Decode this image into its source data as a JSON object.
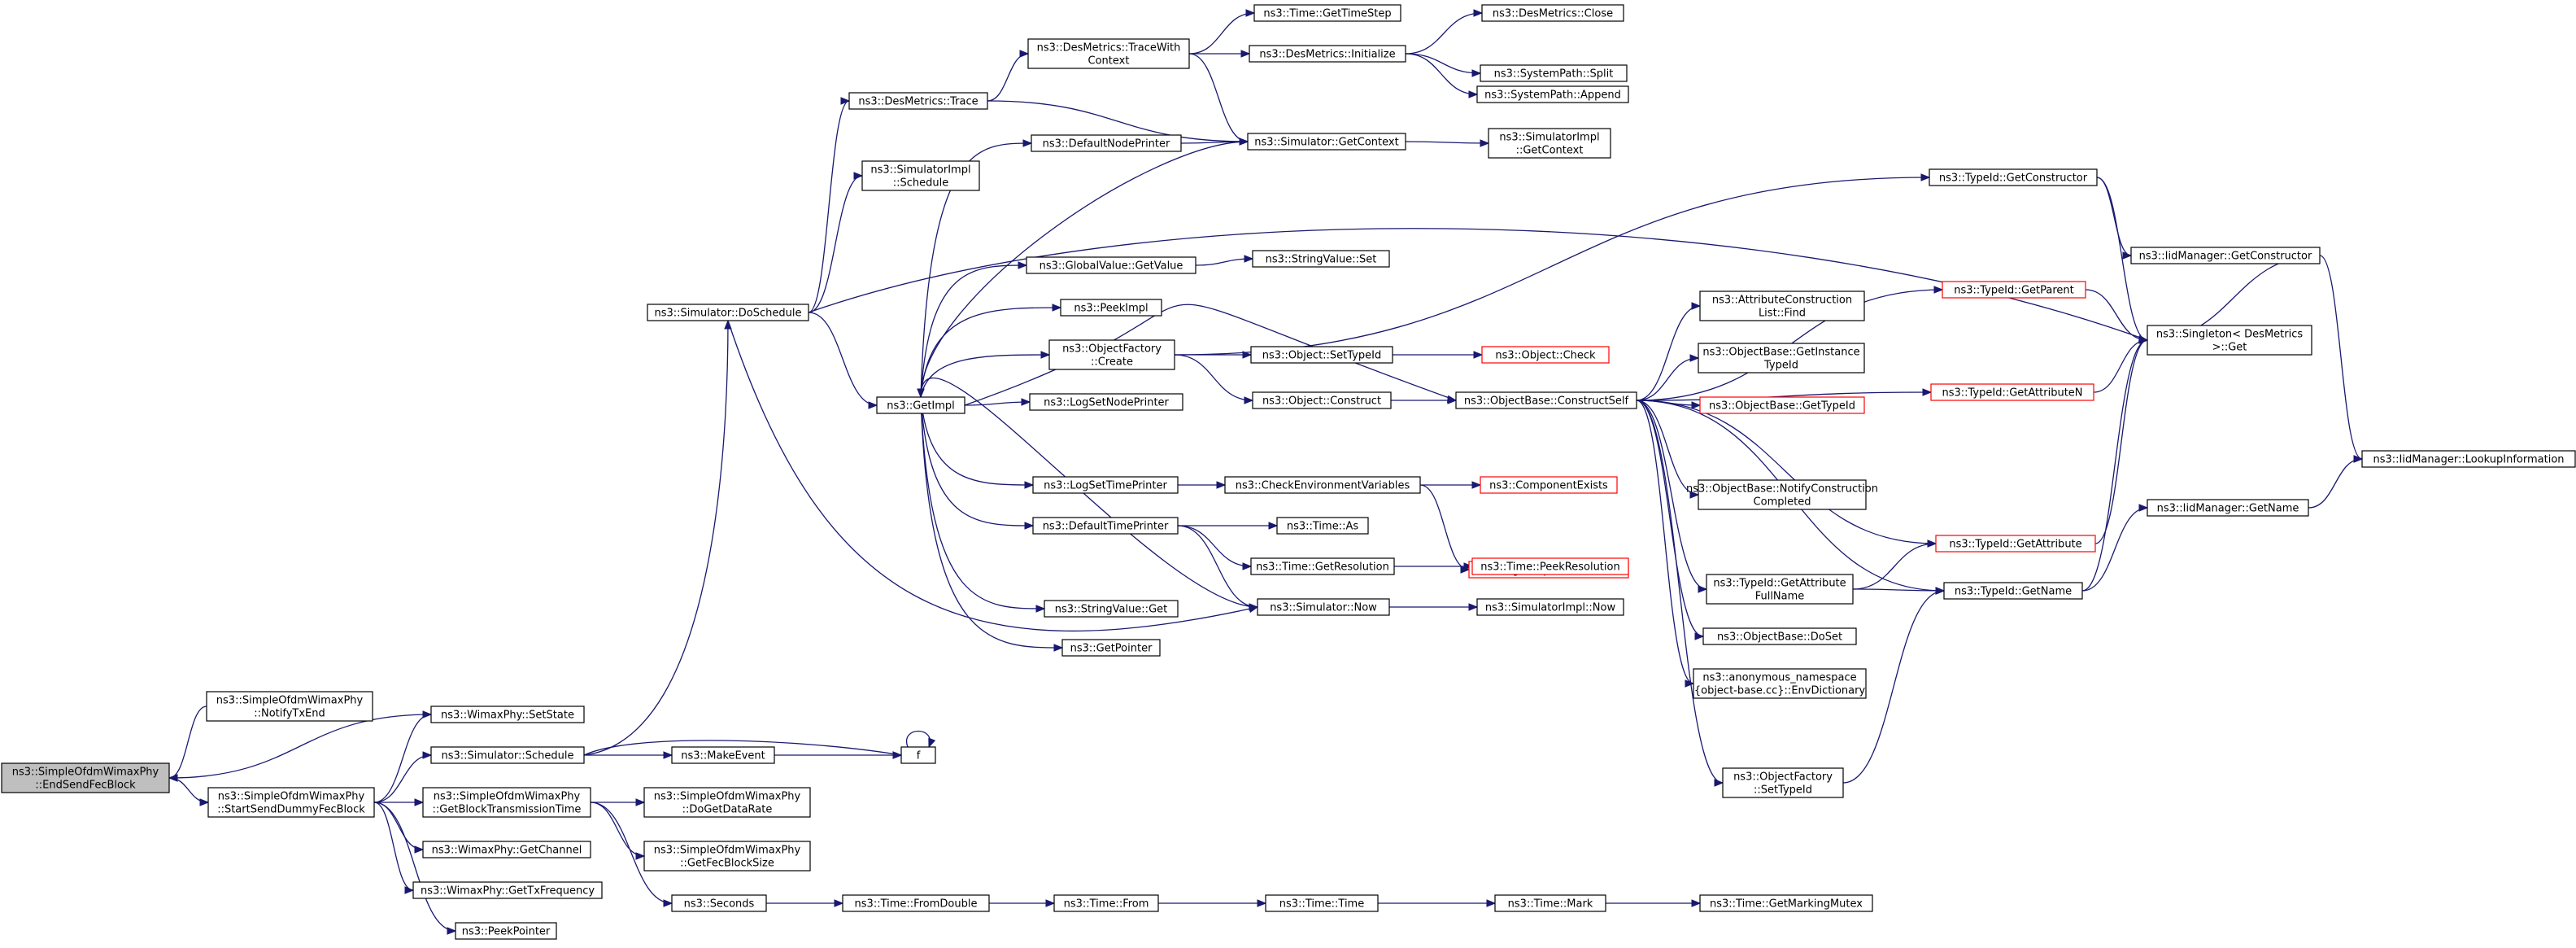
{
  "colors": {
    "edge": "#191970",
    "node_border": "#000000",
    "node_border_truncated": "#ff0000",
    "root_fill": "#bfbfbf",
    "background": "#ffffff"
  },
  "nodes": [
    {
      "id": "end_send",
      "lines": [
        "ns3::SimpleOfdmWimaxPhy",
        "::EndSendFecBlock"
      ]
    },
    {
      "id": "notify_tx_end",
      "lines": [
        "ns3::SimpleOfdmWimaxPhy",
        "::NotifyTxEnd"
      ]
    },
    {
      "id": "set_state",
      "lines": [
        "ns3::WimaxPhy::SetState"
      ]
    },
    {
      "id": "start_send",
      "lines": [
        "ns3::SimpleOfdmWimaxPhy",
        "::StartSendDummyFecBlock"
      ]
    },
    {
      "id": "sim_schedule",
      "lines": [
        "ns3::Simulator::Schedule"
      ]
    },
    {
      "id": "get_block_tx_time",
      "lines": [
        "ns3::SimpleOfdmWimaxPhy",
        "::GetBlockTransmissionTime"
      ]
    },
    {
      "id": "get_channel",
      "lines": [
        "ns3::WimaxPhy::GetChannel"
      ]
    },
    {
      "id": "get_tx_freq",
      "lines": [
        "ns3::WimaxPhy::GetTxFrequency"
      ]
    },
    {
      "id": "peek_pointer",
      "lines": [
        "ns3::PeekPointer"
      ]
    },
    {
      "id": "make_event",
      "lines": [
        "ns3::MakeEvent"
      ]
    },
    {
      "id": "f",
      "lines": [
        "f"
      ]
    },
    {
      "id": "do_get_data_rate",
      "lines": [
        "ns3::SimpleOfdmWimaxPhy",
        "::DoGetDataRate"
      ]
    },
    {
      "id": "get_fec_block_size",
      "lines": [
        "ns3::SimpleOfdmWimaxPhy",
        "::GetFecBlockSize"
      ]
    },
    {
      "id": "seconds",
      "lines": [
        "ns3::Seconds"
      ]
    },
    {
      "id": "from_double",
      "lines": [
        "ns3::Time::FromDouble"
      ]
    },
    {
      "id": "time_from",
      "lines": [
        "ns3::Time::From"
      ]
    },
    {
      "id": "time_time",
      "lines": [
        "ns3::Time::Time"
      ]
    },
    {
      "id": "time_mark",
      "lines": [
        "ns3::Time::Mark"
      ]
    },
    {
      "id": "get_marking_mutex",
      "lines": [
        "ns3::Time::GetMarkingMutex"
      ]
    },
    {
      "id": "do_schedule",
      "lines": [
        "ns3::Simulator::DoSchedule"
      ]
    },
    {
      "id": "des_trace",
      "lines": [
        "ns3::DesMetrics::Trace"
      ]
    },
    {
      "id": "simimpl_schedule",
      "lines": [
        "ns3::SimulatorImpl",
        "::Schedule"
      ]
    },
    {
      "id": "get_impl",
      "lines": [
        "ns3::GetImpl"
      ]
    },
    {
      "id": "trace_with_context",
      "lines": [
        "ns3::DesMetrics::TraceWith",
        "Context"
      ]
    },
    {
      "id": "get_time_step",
      "lines": [
        "ns3::Time::GetTimeStep"
      ]
    },
    {
      "id": "des_initialize",
      "lines": [
        "ns3::DesMetrics::Initialize"
      ]
    },
    {
      "id": "des_close",
      "lines": [
        "ns3::DesMetrics::Close"
      ]
    },
    {
      "id": "syspath_split",
      "lines": [
        "ns3::SystemPath::Split"
      ]
    },
    {
      "id": "syspath_append",
      "lines": [
        "ns3::SystemPath::Append"
      ]
    },
    {
      "id": "sim_get_context",
      "lines": [
        "ns3::Simulator::GetContext"
      ]
    },
    {
      "id": "simimpl_get_context",
      "lines": [
        "ns3::SimulatorImpl",
        "::GetContext"
      ]
    },
    {
      "id": "default_node_printer",
      "lines": [
        "ns3::DefaultNodePrinter"
      ]
    },
    {
      "id": "gv_get_value",
      "lines": [
        "ns3::GlobalValue::GetValue"
      ]
    },
    {
      "id": "string_value_set",
      "lines": [
        "ns3::StringValue::Set"
      ]
    },
    {
      "id": "peek_impl",
      "lines": [
        "ns3::PeekImpl"
      ]
    },
    {
      "id": "of_create",
      "lines": [
        "ns3::ObjectFactory",
        "::Create"
      ]
    },
    {
      "id": "obj_set_type_id",
      "lines": [
        "ns3::Object::SetTypeId"
      ]
    },
    {
      "id": "obj_check",
      "lines": [
        "ns3::Object::Check"
      ],
      "truncated": true
    },
    {
      "id": "obj_construct",
      "lines": [
        "ns3::Object::Construct"
      ]
    },
    {
      "id": "log_set_node_printer",
      "lines": [
        "ns3::LogSetNodePrinter"
      ]
    },
    {
      "id": "ob_construct_self",
      "lines": [
        "ns3::ObjectBase::ConstructSelf"
      ]
    },
    {
      "id": "attr_list_find",
      "lines": [
        "ns3::AttributeConstruction",
        "List::Find"
      ]
    },
    {
      "id": "ob_get_instance_type_id",
      "lines": [
        "ns3::ObjectBase::GetInstance",
        "TypeId"
      ]
    },
    {
      "id": "ob_get_type_id",
      "lines": [
        "ns3::ObjectBase::GetTypeId"
      ],
      "truncated": true
    },
    {
      "id": "ob_notify",
      "lines": [
        "ns3::ObjectBase::NotifyConstruction",
        "Completed"
      ]
    },
    {
      "id": "tid_get_attr_full_name",
      "lines": [
        "ns3::TypeId::GetAttribute",
        "FullName"
      ]
    },
    {
      "id": "ob_do_set",
      "lines": [
        "ns3::ObjectBase::DoSet"
      ]
    },
    {
      "id": "anon_env_dict",
      "lines": [
        "ns3::anonymous_namespace",
        "{object-base.cc}::EnvDictionary"
      ]
    },
    {
      "id": "of_set_type_id",
      "lines": [
        "ns3::ObjectFactory",
        "::SetTypeId"
      ]
    },
    {
      "id": "log_set_time_printer",
      "lines": [
        "ns3::LogSetTimePrinter"
      ]
    },
    {
      "id": "check_env_vars",
      "lines": [
        "ns3::CheckEnvironmentVariables"
      ]
    },
    {
      "id": "component_exists",
      "lines": [
        "ns3::ComponentExists"
      ],
      "truncated": true
    },
    {
      "id": "log_component_print_list",
      "lines": [
        "ns3::LogComponentPrintList"
      ],
      "truncated": true
    },
    {
      "id": "default_time_printer",
      "lines": [
        "ns3::DefaultTimePrinter"
      ]
    },
    {
      "id": "time_as",
      "lines": [
        "ns3::Time::As"
      ]
    },
    {
      "id": "time_get_resolution",
      "lines": [
        "ns3::Time::GetResolution"
      ]
    },
    {
      "id": "time_peek_resolution",
      "lines": [
        "ns3::Time::PeekResolution"
      ],
      "truncated": true
    },
    {
      "id": "sim_now",
      "lines": [
        "ns3::Simulator::Now"
      ]
    },
    {
      "id": "simimpl_now",
      "lines": [
        "ns3::SimulatorImpl::Now"
      ]
    },
    {
      "id": "string_value_get",
      "lines": [
        "ns3::StringValue::Get"
      ]
    },
    {
      "id": "get_pointer",
      "lines": [
        "ns3::GetPointer"
      ]
    },
    {
      "id": "tid_get_constructor",
      "lines": [
        "ns3::TypeId::GetConstructor"
      ]
    },
    {
      "id": "iid_get_constructor",
      "lines": [
        "ns3::IidManager::GetConstructor"
      ]
    },
    {
      "id": "tid_get_parent",
      "lines": [
        "ns3::TypeId::GetParent"
      ],
      "truncated": true
    },
    {
      "id": "singleton_get",
      "lines": [
        "ns3::Singleton< DesMetrics",
        " >::Get"
      ]
    },
    {
      "id": "tid_get_attribute_n",
      "lines": [
        "ns3::TypeId::GetAttributeN"
      ],
      "truncated": true
    },
    {
      "id": "iid_lookup_info",
      "lines": [
        "ns3::IidManager::LookupInformation"
      ]
    },
    {
      "id": "iid_get_name",
      "lines": [
        "ns3::IidManager::GetName"
      ]
    },
    {
      "id": "tid_get_attribute",
      "lines": [
        "ns3::TypeId::GetAttribute"
      ],
      "truncated": true
    },
    {
      "id": "tid_get_name",
      "lines": [
        "ns3::TypeId::GetName"
      ]
    }
  ]
}
